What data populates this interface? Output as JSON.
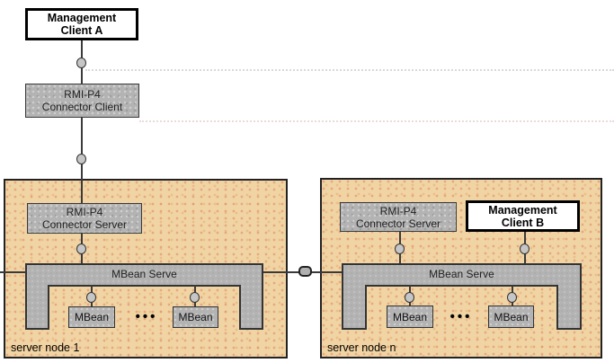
{
  "diagram": {
    "management_client_a": {
      "line1": "Management",
      "line2": "Client A"
    },
    "rmi_p4_connector_client": {
      "line1": "RMI-P4",
      "line2": "Connector Client"
    },
    "ellipsis": "•••",
    "nodes": [
      {
        "label": "server node 1",
        "rmi_p4_connector_server": {
          "line1": "RMI-P4",
          "line2": "Connector Server"
        },
        "mbean_server_label": "MBean Serve",
        "mbeans": [
          "MBean",
          "MBean"
        ]
      },
      {
        "label": "server node n",
        "rmi_p4_connector_server": {
          "line1": "RMI-P4",
          "line2": "Connector Server"
        },
        "management_client_b": {
          "line1": "Management",
          "line2": "Client B"
        },
        "mbean_server_label": "MBean Serve",
        "mbeans": [
          "MBean",
          "MBean"
        ]
      }
    ],
    "colors": {
      "node_fill": "#f0d4a3",
      "node_border": "#222222",
      "box_gray": "#b3b3b3",
      "box_border": "#333333",
      "client_box_border": "#000000",
      "line": "#3a3a3a",
      "dotted_line_1": "#d9d9d9",
      "dotted_line_2": "#ecdada"
    }
  }
}
